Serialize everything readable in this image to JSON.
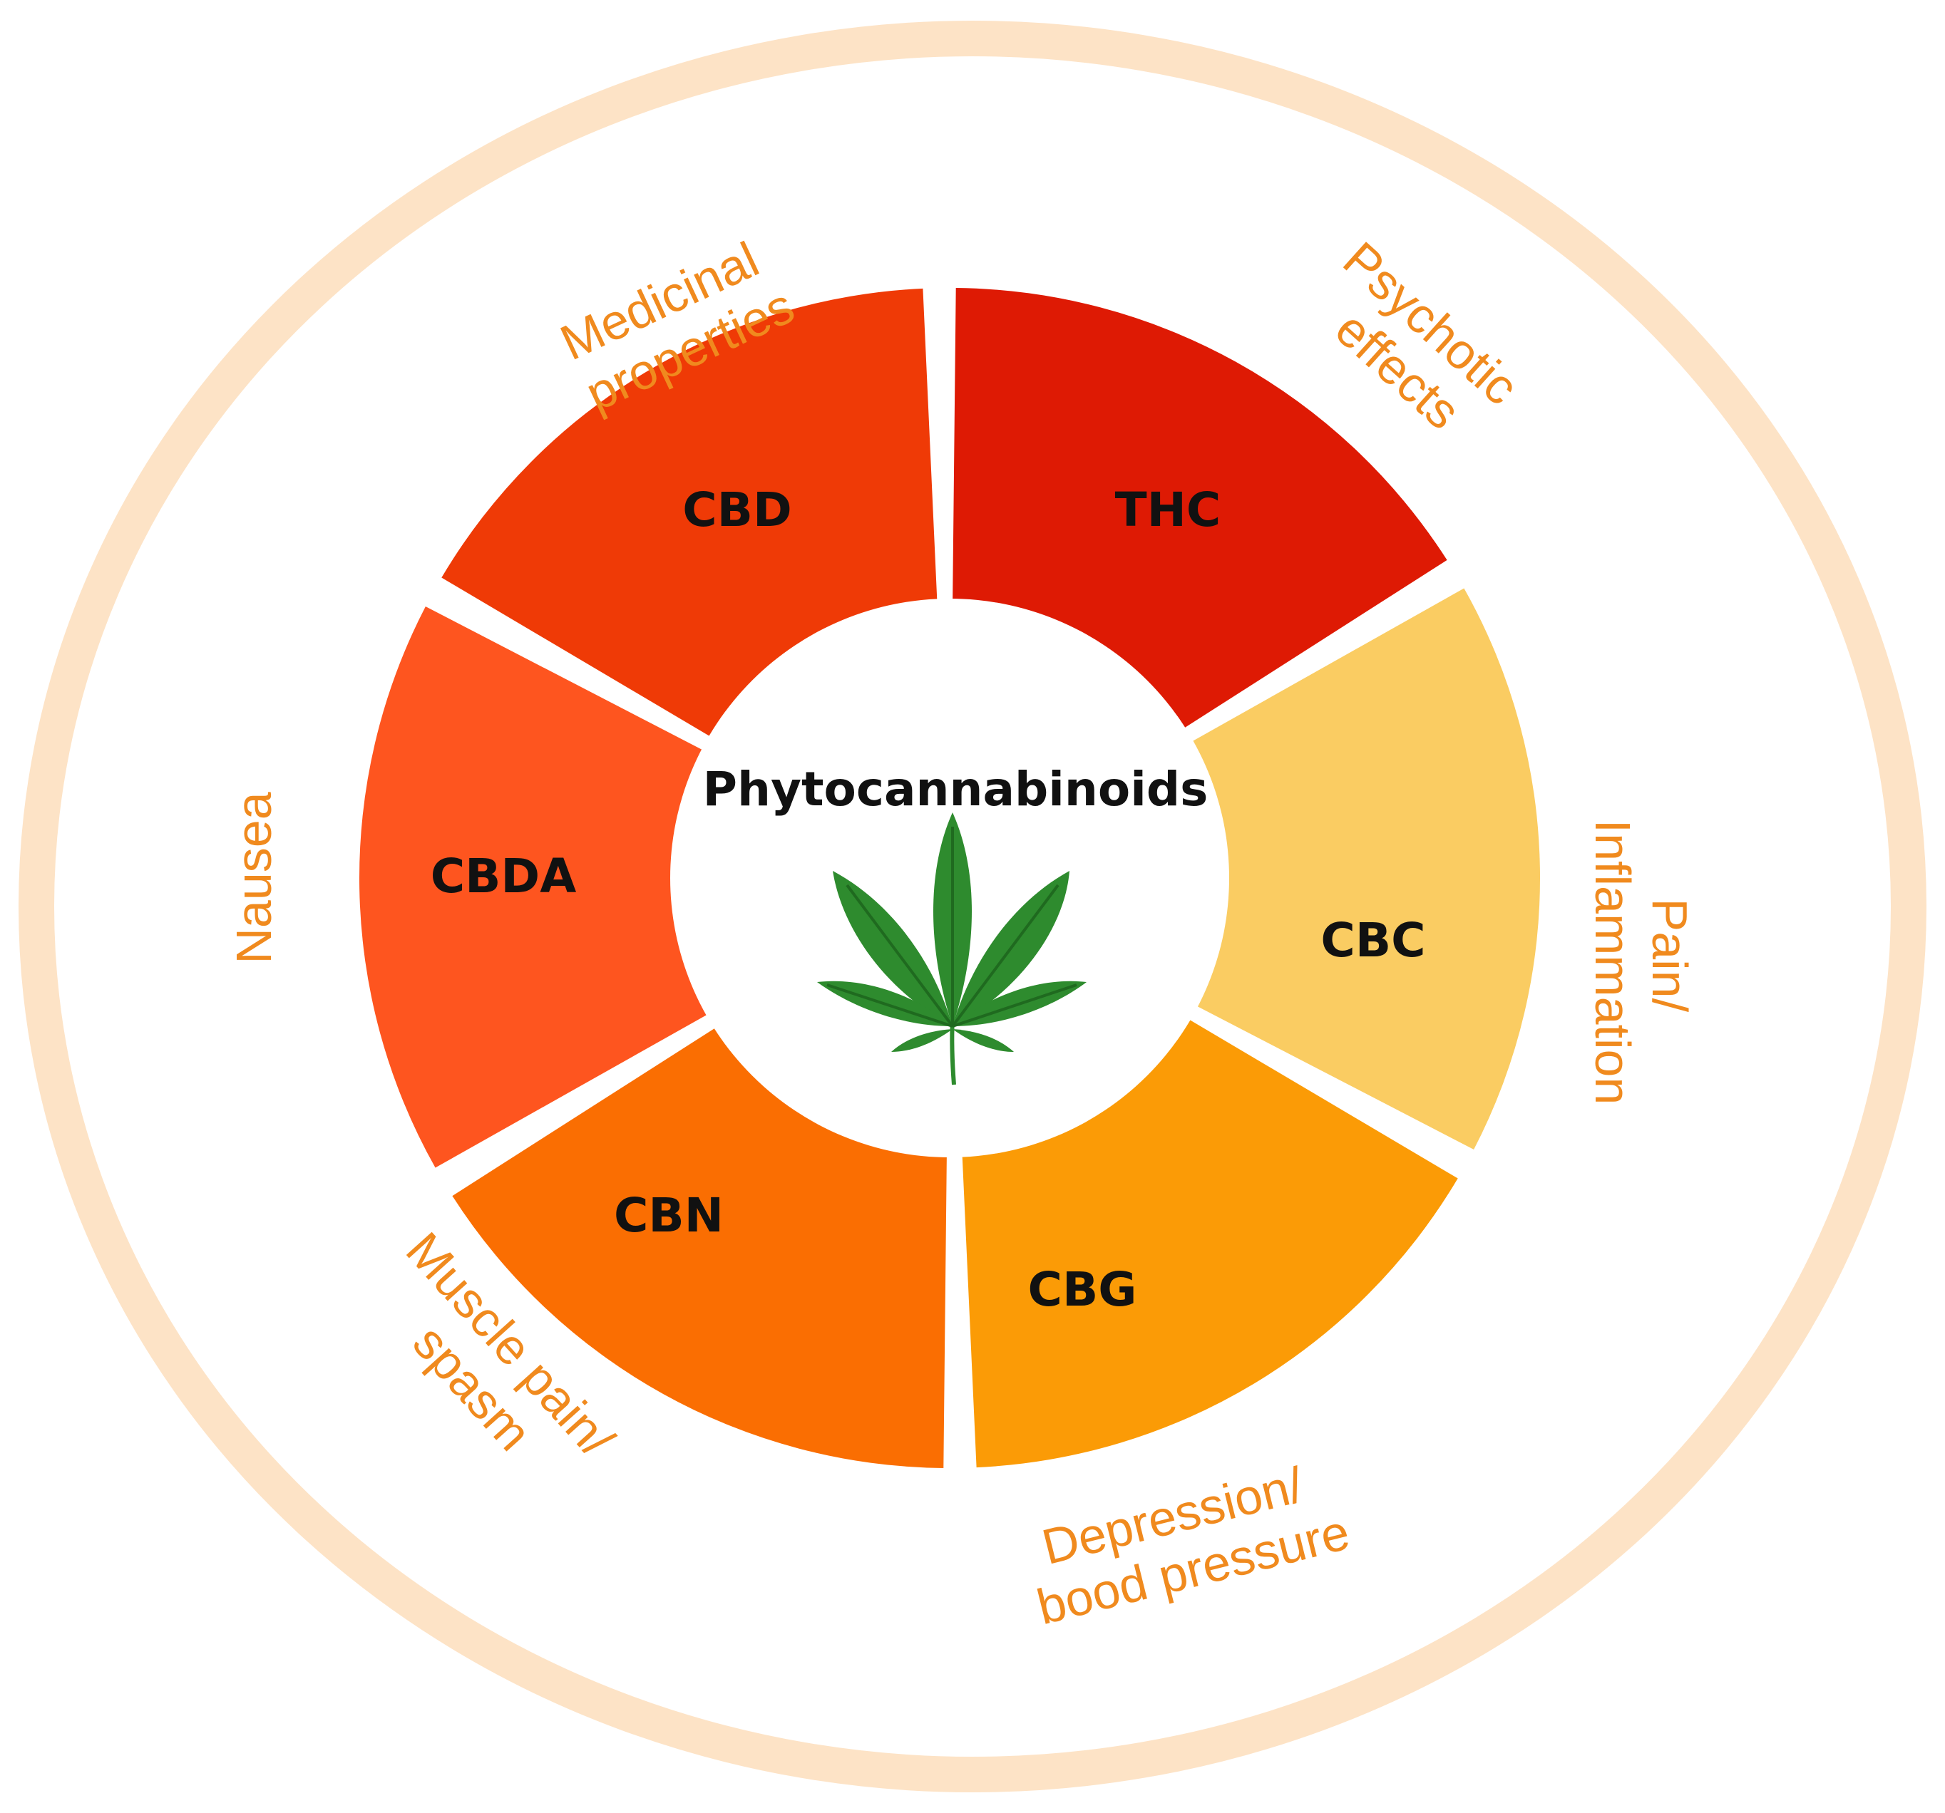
{
  "center": {
    "title": "Phytocannabinoids",
    "icon": "cannabis-leaf-icon"
  },
  "colors": {
    "outer_ring": "#fde3c6",
    "leaf": "#2e8b2e",
    "leaf_dark": "#1f6a1f",
    "effect_text": "#f08a1e"
  },
  "segments": [
    {
      "id": "thc",
      "label": "THC",
      "color": "#de1a04",
      "effect": [
        "Psychotic",
        "effects"
      ]
    },
    {
      "id": "cbc",
      "label": "CBC",
      "color": "#facc62",
      "effect": [
        "Pain/",
        "Inflammation"
      ]
    },
    {
      "id": "cbg",
      "label": "CBG",
      "color": "#fb9b06",
      "effect": [
        "Depression/",
        "bood pressure"
      ]
    },
    {
      "id": "cbn",
      "label": "CBN",
      "color": "#fa6e02",
      "effect": [
        "Muscle pain/",
        "spasm"
      ]
    },
    {
      "id": "cbda",
      "label": "CBDA",
      "color": "#fe551f",
      "effect": [
        "Nausea"
      ]
    },
    {
      "id": "cbd",
      "label": "CBD",
      "color": "#ef3a06",
      "effect": [
        "Medicinal",
        "properties"
      ]
    }
  ]
}
